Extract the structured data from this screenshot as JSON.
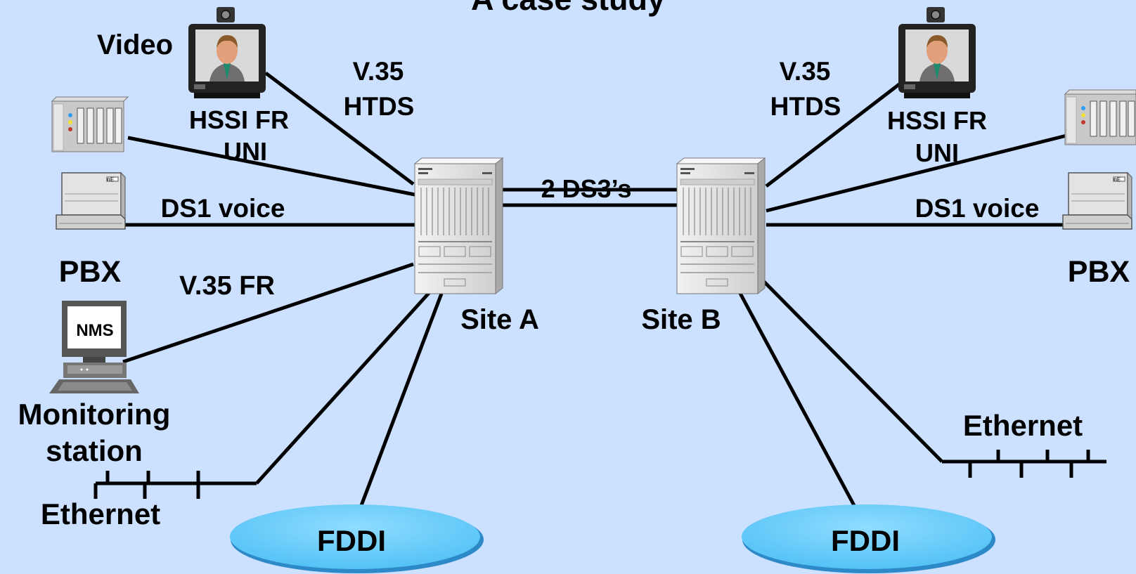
{
  "title": "A case study",
  "sites": {
    "a": "Site A",
    "b": "Site B"
  },
  "trunk": "2 DS3’s",
  "left": {
    "video": "Video",
    "v35_line1": "V.35",
    "v35_line2": "HTDS",
    "hssi_line1": "HSSI FR",
    "hssi_line2": "UNI",
    "ds1_voice": "DS1 voice",
    "pbx": "PBX",
    "v35_fr": "V.35 FR",
    "nms": "NMS",
    "monitoring_line1": "Monitoring",
    "monitoring_line2": "station",
    "ethernet": "Ethernet",
    "fddi": "FDDI"
  },
  "right": {
    "v35_line1": "V.35",
    "v35_line2": "HTDS",
    "hssi_line1": "HSSI FR",
    "hssi_line2": "UNI",
    "ds1_voice": "DS1 voice",
    "pbx": "PBX",
    "ethernet": "Ethernet",
    "fddi": "FDDI"
  },
  "colors": {
    "background": "#cce0ff",
    "fddi_fill": "#66ccff",
    "switch_body": "#e4e4e4",
    "line": "#000000"
  },
  "icons": {
    "video": "videophone-monitor-icon",
    "server": "server-rack-icon",
    "pbx": "pbx-terminal-icon",
    "nms": "nms-workstation-icon",
    "switch": "atm-switch-icon"
  }
}
